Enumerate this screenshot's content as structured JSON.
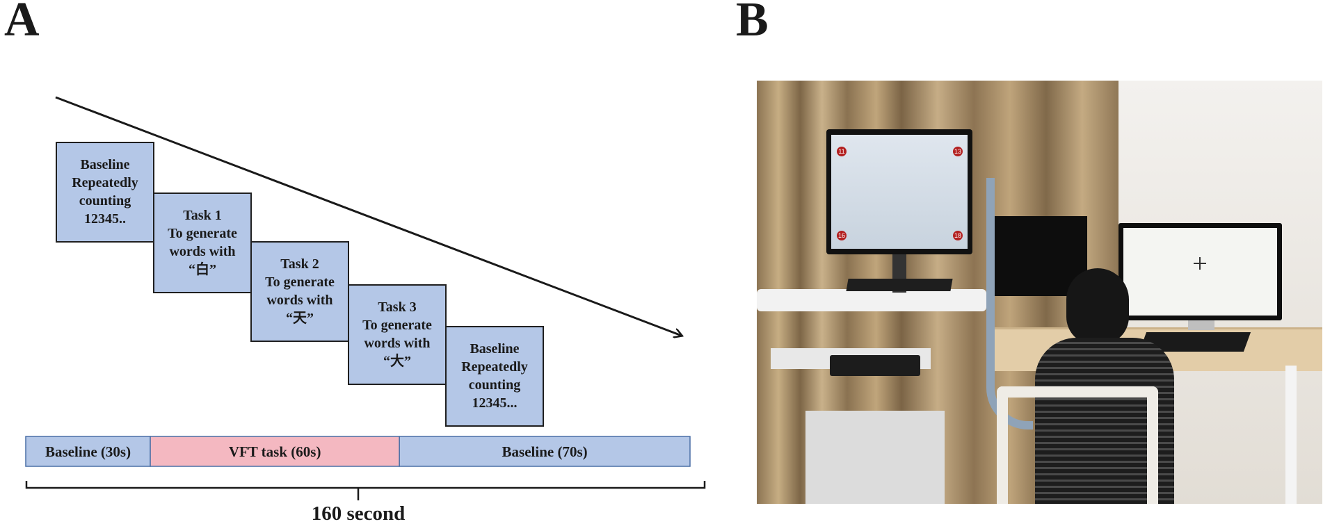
{
  "panel_a": {
    "label": "A",
    "steps": [
      {
        "lines": [
          "Baseline",
          "Repeatedly",
          "counting",
          "12345.."
        ]
      },
      {
        "lines": [
          "Task 1",
          "To generate",
          "words with",
          "“白”"
        ]
      },
      {
        "lines": [
          "Task 2",
          "To generate",
          "words with",
          "“天”"
        ]
      },
      {
        "lines": [
          "Task 3",
          "To generate",
          "words with",
          "“大”"
        ]
      },
      {
        "lines": [
          "Baseline",
          "Repeatedly",
          "counting",
          "12345..."
        ]
      }
    ],
    "timeline": [
      {
        "label": "Baseline (30s)",
        "seconds": 30,
        "color": "#b4c7e7"
      },
      {
        "label": "VFT task (60s)",
        "seconds": 60,
        "color": "#f4b8c1"
      },
      {
        "label": "Baseline (70s)",
        "seconds": 70,
        "color": "#b4c7e7"
      }
    ],
    "total": "160 second"
  },
  "panel_b": {
    "label": "B",
    "monitor_badges": [
      "11",
      "13",
      "16",
      "18"
    ]
  }
}
